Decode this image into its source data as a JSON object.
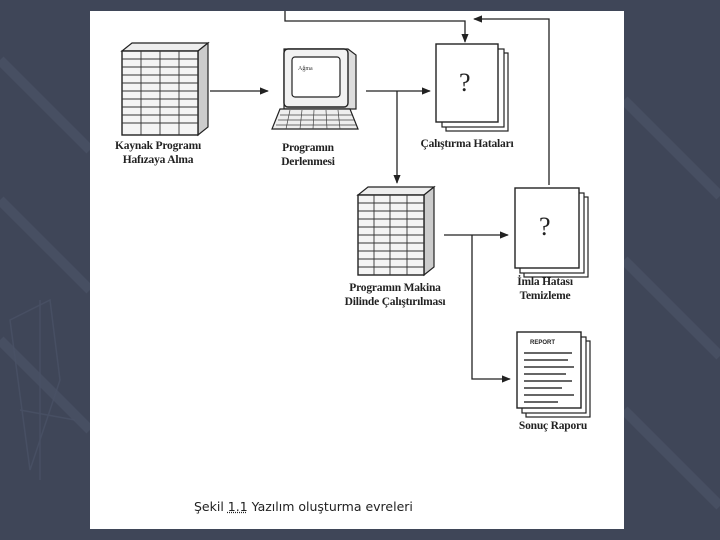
{
  "diagram": {
    "nodes": {
      "source": {
        "line1": "Kaynak Programı",
        "line2": "Hafızaya Alma"
      },
      "compile": {
        "line1": "Programın",
        "line2": "Derlenmesi"
      },
      "runtime_errors": {
        "line1": "Çalıştırma Hataları",
        "mark": "?"
      },
      "machine_run": {
        "line1": "Programın Makina",
        "line2": "Dilinde Çalıştırılması"
      },
      "spelling": {
        "line1": "İmla Hatası",
        "line2": "Temizleme",
        "mark": "?"
      },
      "report": {
        "line1": "Sonuç Raporu",
        "header": "REPORT"
      }
    },
    "screen_text": "Ağma",
    "caption": {
      "prefix": "Şekil ",
      "number": "1.1",
      "text": " Yazılım oluşturma evreleri"
    }
  },
  "colors": {
    "background": "#3f4658",
    "slide": "#ffffff",
    "ink": "#222222"
  }
}
